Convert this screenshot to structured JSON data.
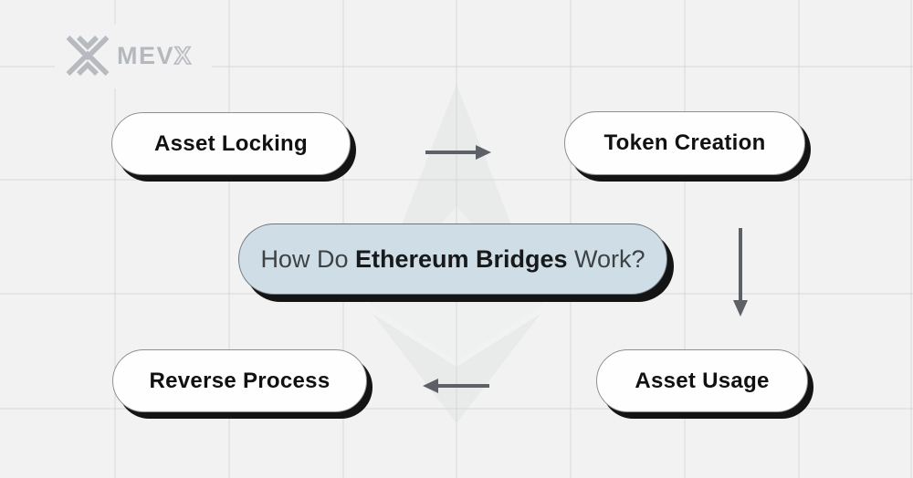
{
  "brand": {
    "text_solid": "MEV",
    "text_outline": "X",
    "color": "#b5b8bc"
  },
  "center": {
    "text_prefix": "How Do ",
    "text_bold": "Ethereum Bridges",
    "text_suffix": " Work?",
    "bg_color": "#cedde6"
  },
  "nodes": [
    {
      "id": "asset-locking",
      "label": "Asset Locking"
    },
    {
      "id": "token-creation",
      "label": "Token Creation"
    },
    {
      "id": "asset-usage",
      "label": "Asset Usage"
    },
    {
      "id": "reverse-process",
      "label": "Reverse Process"
    }
  ],
  "arrows": [
    {
      "from": "asset-locking",
      "to": "token-creation",
      "direction": "right"
    },
    {
      "from": "token-creation",
      "to": "asset-usage",
      "direction": "down"
    },
    {
      "from": "asset-usage",
      "to": "reverse-process",
      "direction": "left"
    }
  ],
  "colors": {
    "background": "#f2f2f3",
    "grid_line": "#d7d8d9",
    "arrow": "#5d6165",
    "pill_shadow": "#141414",
    "watermark": "#e9eaea"
  },
  "watermark_icon": "ethereum-logo"
}
